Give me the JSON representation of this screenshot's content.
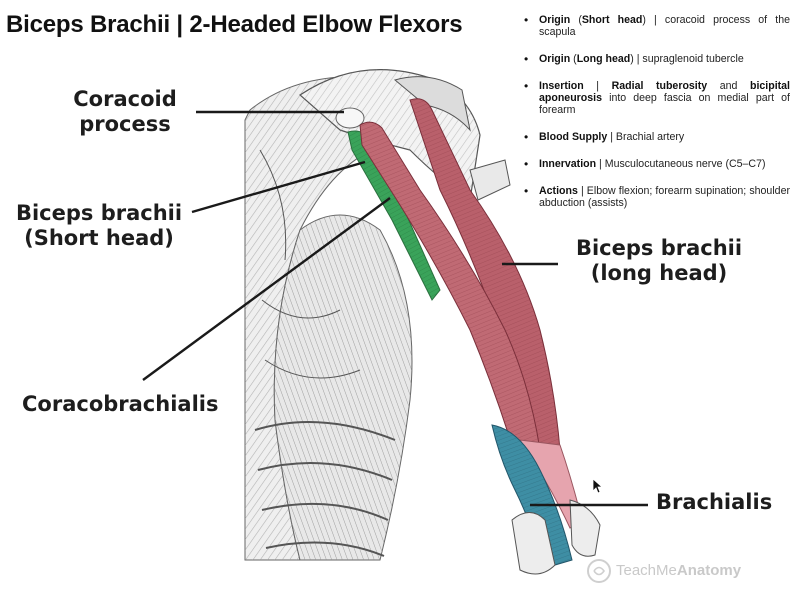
{
  "title": "Biceps Brachii | 2-Headed Elbow Flexors",
  "facts": [
    {
      "term": "Origin",
      "pre": " (",
      "sub": "Short head",
      "post": ") | coracoid process of the scapula"
    },
    {
      "term": "Origin",
      "pre": " (",
      "sub": "Long head",
      "post": ") | supraglenoid tubercle"
    },
    {
      "term": "Insertion",
      "pre": " | ",
      "sub": "Radial tuberosity",
      "mid": " and ",
      "sub2": "bicipital aponeurosis",
      "post": " into deep fascia on medial part of forearm"
    },
    {
      "term": "Blood Supply",
      "pre": "",
      "sub": "",
      "post": " | Brachial artery"
    },
    {
      "term": "Innervation",
      "pre": "",
      "sub": "",
      "post": " | Musculocutaneous nerve (C5–C7)"
    },
    {
      "term": "Actions",
      "pre": "",
      "sub": "",
      "post": " | Elbow flexion; forearm supination; shoulder abduction (assists)"
    }
  ],
  "labels": {
    "coracoid_1": "Coracoid",
    "coracoid_2": "process",
    "short_1": "Biceps brachii",
    "short_2": "(Short head)",
    "coracobrachialis": "Coracobrachialis",
    "long_1": "Biceps brachii",
    "long_2": "(long head)",
    "brachialis": "Brachialis"
  },
  "watermark": {
    "light": "TeachMe",
    "bold": "Anatomy"
  },
  "colors": {
    "biceps": "#b9606b",
    "short_head_coracobrachialis": "#3aa35a",
    "brachialis": "#3e8ea4",
    "tendon": "#e6a4ae",
    "engraving": "#7a7a7a"
  }
}
